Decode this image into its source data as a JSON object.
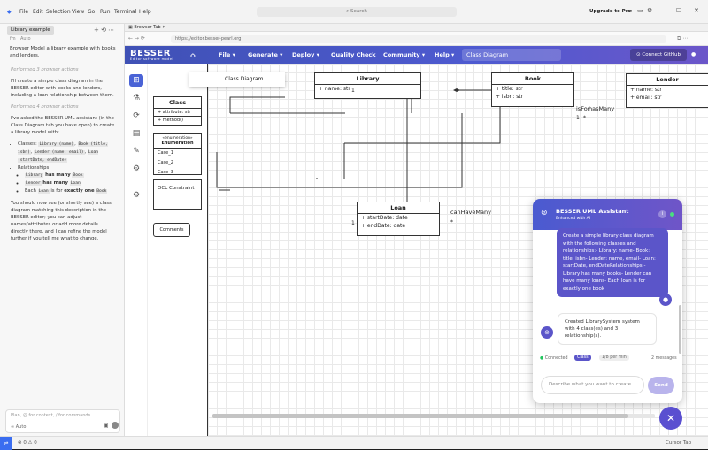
{
  "titlebar": {
    "menu": [
      "File",
      "Edit",
      "Selection",
      "View",
      "Go",
      "Run",
      "Terminal",
      "Help"
    ],
    "search_placeholder": "Search",
    "upgrade": "Upgrade to Pro"
  },
  "left_panel": {
    "tab": "Library example",
    "sub": [
      "fm",
      "Auto"
    ],
    "prompt": "Browser Model a library example with books and lenders.",
    "performed_1": "Performed 3 browser actions",
    "msg1": "I'll create a simple class diagram in the BESSER editor with books and lenders, including a loan relationship between them.",
    "performed_2": "Performed 4 browser actions",
    "msg2": "I've asked the BESSER UML assistant (in the Class Diagram tab you have open) to create a library model with:",
    "classes_label": "Classes:",
    "classes_code": [
      "Library (name)",
      "Book (title, isbn)",
      "Lender (name, email)",
      "Loan (startDate, endDate)"
    ],
    "relationships_label": "Relationships",
    "rels": [
      {
        "a": "Library",
        "verb": "has many",
        "b": "Book"
      },
      {
        "a": "Lender",
        "verb": "has many",
        "b": "Loan"
      },
      {
        "pre": "Each",
        "a": "Loan",
        "verb": "is for",
        "strong": "exactly one",
        "b": "Book"
      }
    ],
    "msg3": "You should now see (or shortly see) a class diagram matching this description in the BESSER editor; you can adjust names/attributes or add more details directly there, and I can refine the model further if you tell me what to change.",
    "input_placeholder": "Plan, @ for context, / for commands",
    "input_mode": "Auto"
  },
  "browser": {
    "tab_label": "Browser Tab",
    "url": "https://editor.besser-pearl.org",
    "logo": "BESSER",
    "logo_sub": "Editor software model",
    "nav": [
      "File",
      "Generate",
      "Deploy",
      "Quality Check",
      "Community",
      "Help"
    ],
    "diagram_title": "Class Diagram",
    "github": "Connect GitHub",
    "tooltip": "Class Diagram",
    "palette": {
      "class_name": "Class",
      "class_attr": "+ attribute: str",
      "class_method": "+ method()",
      "enum_stereo": "«enumeration»",
      "enum_name": "Enumeration",
      "enum_cases": [
        "Case_1",
        "Case_2",
        "Case_3"
      ],
      "ocl": "OCL Constraint",
      "comments": "Comments"
    }
  },
  "diagram": {
    "classes": [
      {
        "name": "Library",
        "attrs": [
          "+ name: str"
        ]
      },
      {
        "name": "Book",
        "attrs": [
          "+ title: str",
          "+ isbn: str"
        ]
      },
      {
        "name": "Lender",
        "attrs": [
          "+ name: str",
          "+ email: str"
        ]
      },
      {
        "name": "Loan",
        "attrs": [
          "+ startDate: date",
          "+ endDate: date"
        ]
      }
    ],
    "labels": {
      "isFor": "isFor",
      "hasMany": "hasMany",
      "canHaveMany": "canHaveMany",
      "one": "1",
      "star": "*"
    }
  },
  "assistant": {
    "title": "BESSER UML Assistant",
    "subtitle": "Enhanced with AI",
    "user_msg": "Create a simple library class diagram with the following classes and relationships:- Library: name- Book: title, isbn- Lender: name, email- Loan: startDate, endDateRelationships:- Library has many books- Lender can have many loans- Each loan is for exactly one book",
    "bot_msg": "Created LibrarySystem system with 4 class(es) and 3 relationship(s).",
    "connected": "Connected",
    "mode": "Class",
    "rate": "1/8 per min",
    "count": "2 messages",
    "placeholder": "Describe what you want to create",
    "send": "Send"
  },
  "statusbar": {
    "left": "⊗ 0 ⚠ 0",
    "right": "Cursor Tab"
  }
}
